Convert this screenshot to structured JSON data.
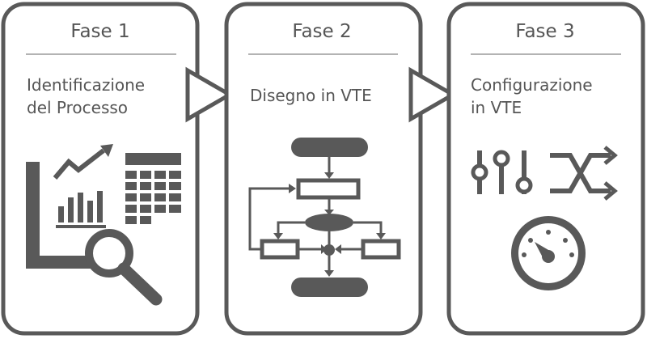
{
  "phases": [
    {
      "title": "Fase 1",
      "desc_line1": "Identificazione",
      "desc_line2": "del Processo",
      "icon": "process-analysis-icon"
    },
    {
      "title": "Fase 2",
      "desc_line1": "Disegno in VTE",
      "desc_line2": "",
      "icon": "flowchart-icon"
    },
    {
      "title": "Fase 3",
      "desc_line1": "Configurazione",
      "desc_line2": "in VTE",
      "icon": "settings-shuffle-gauge-icon"
    }
  ],
  "colors": {
    "stroke": "#595959",
    "fill": "#595959",
    "text": "#555555",
    "background": "#ffffff"
  }
}
